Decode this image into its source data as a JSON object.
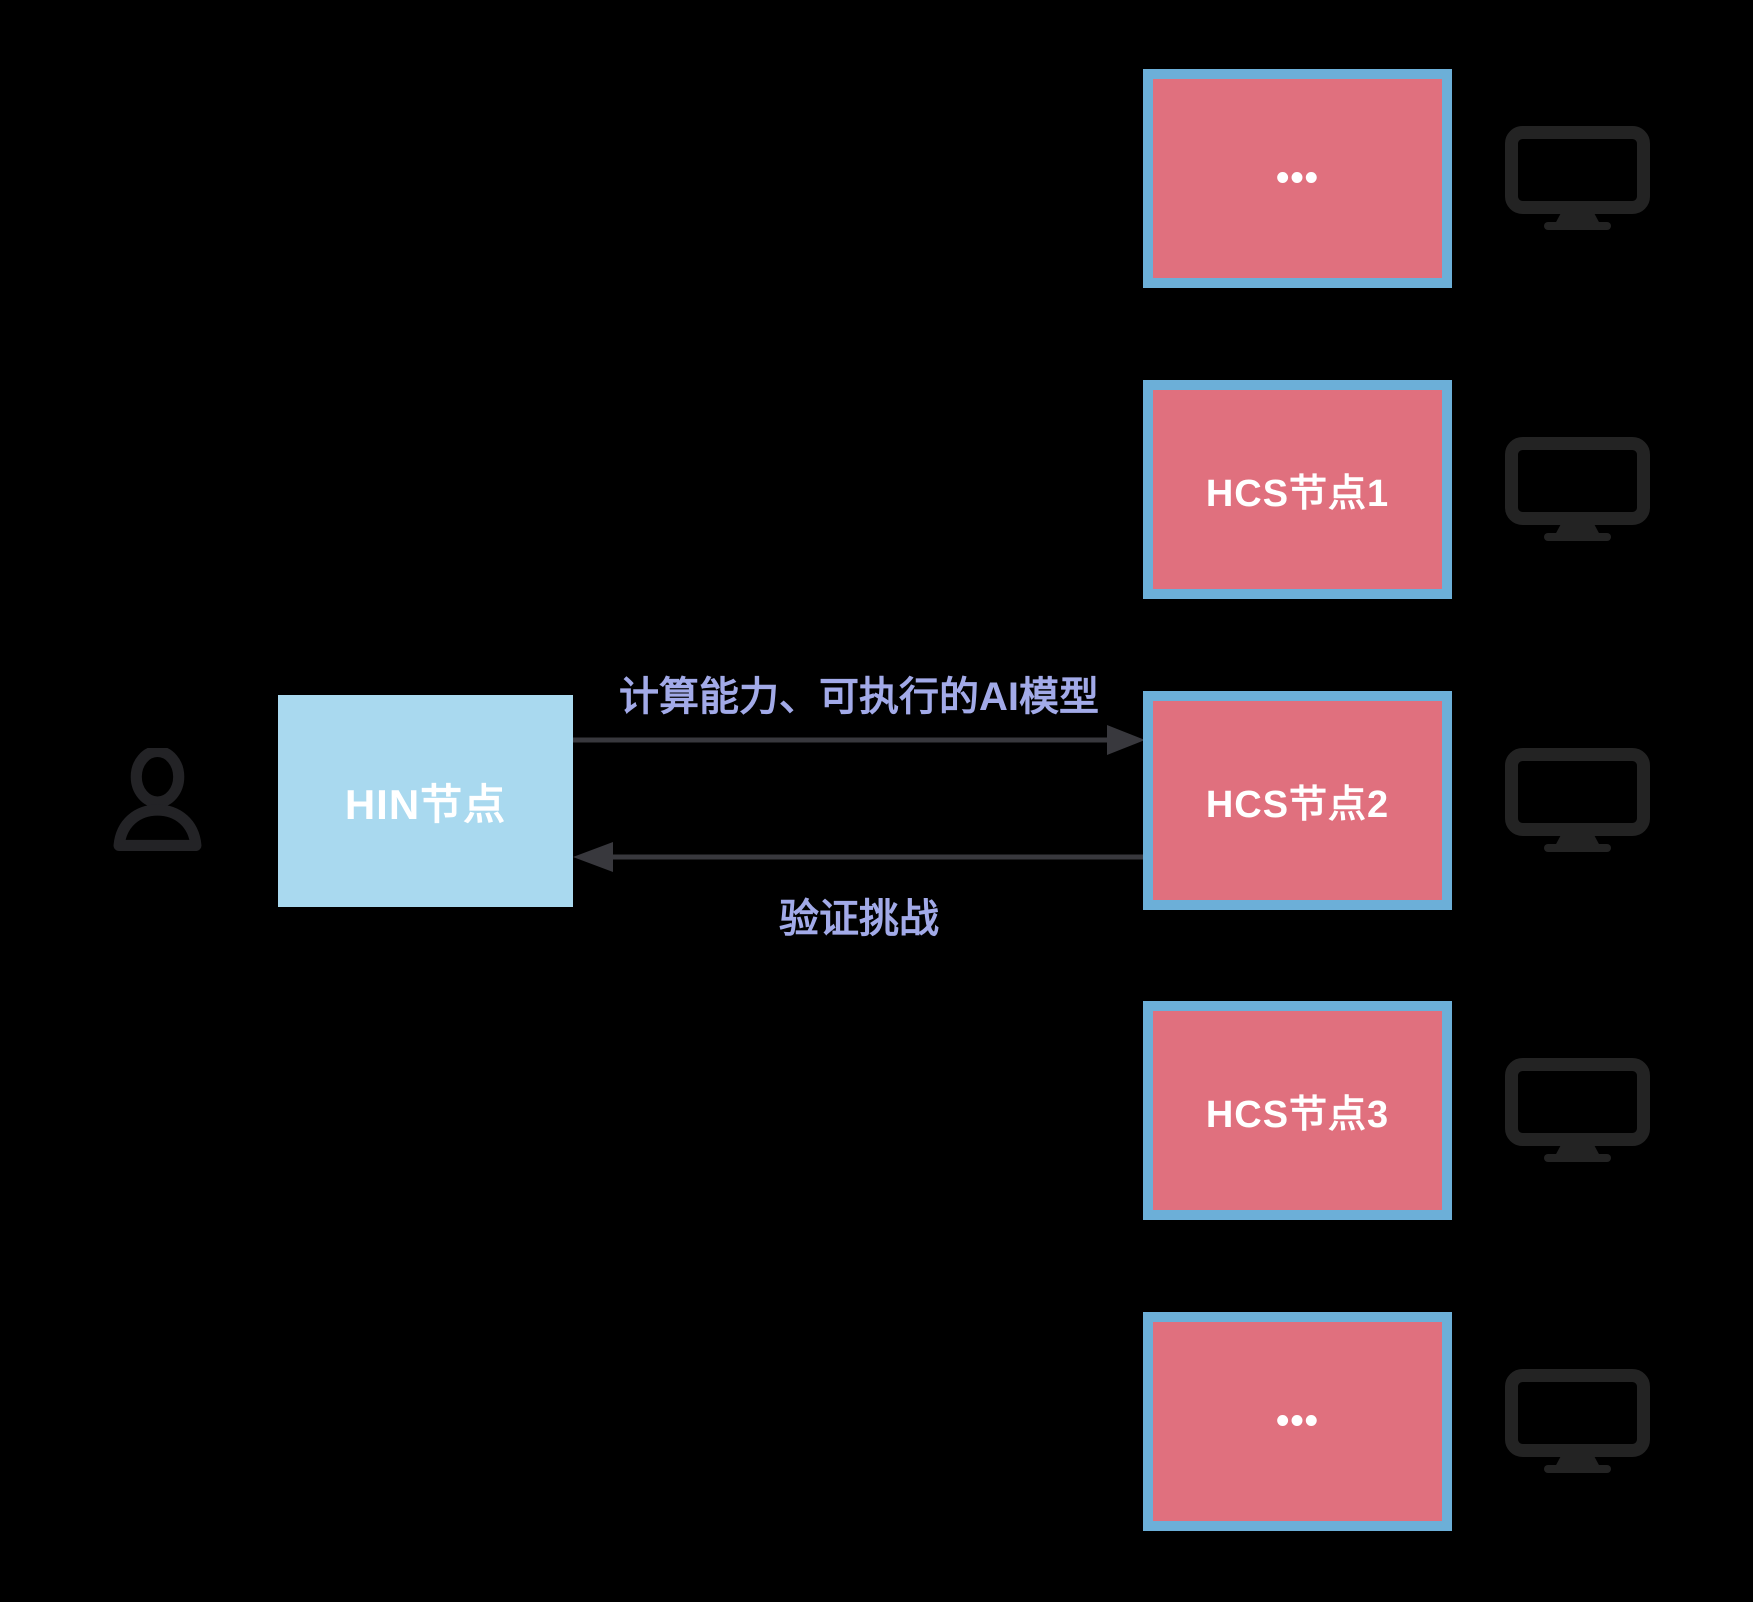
{
  "diagram": {
    "background": "#000000",
    "user": {
      "icon": "person-icon",
      "color": "#232326"
    },
    "hin": {
      "label": "HIN节点",
      "fill": "#a9d9ef",
      "text_color": "#ffffff"
    },
    "flows": {
      "to_hcs": {
        "label": "计算能力、可执行的AI模型",
        "direction": "right",
        "line_color": "#38383d",
        "label_color": "#a2aae8"
      },
      "to_hin": {
        "label": "验证挑战",
        "direction": "left",
        "line_color": "#38383d",
        "label_color": "#a2aae8"
      }
    },
    "hcs": {
      "box_fill": "#e0707e",
      "box_border": "#6cafd8",
      "text_color": "#ffffff",
      "monitor_icon": "monitor-icon",
      "monitor_icon_color": "#232323",
      "items": [
        {
          "label": "•••"
        },
        {
          "label": "HCS节点1"
        },
        {
          "label": "HCS节点2"
        },
        {
          "label": "HCS节点3"
        },
        {
          "label": "•••"
        }
      ]
    }
  }
}
